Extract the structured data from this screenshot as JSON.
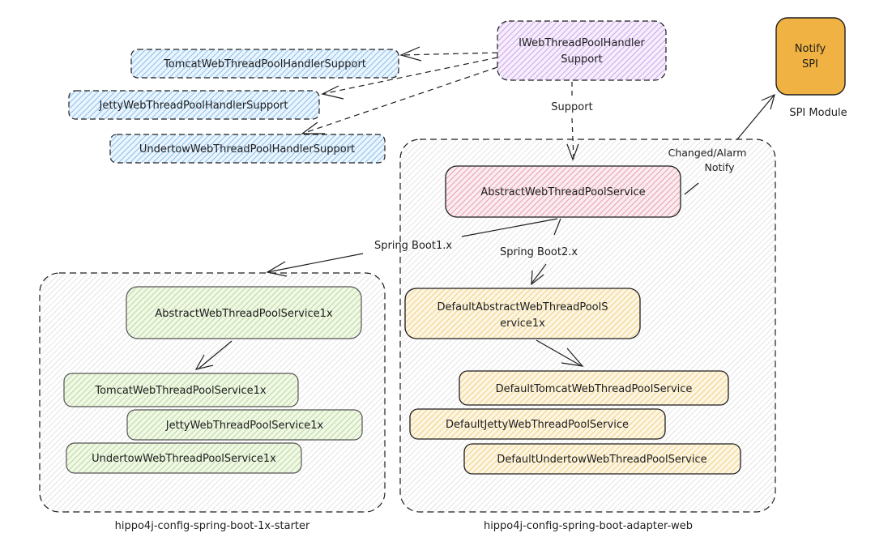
{
  "diagram": {
    "colors": {
      "blue_fill": "#a5d8ff",
      "purple_fill": "#d0a8f0",
      "orange_fill": "#f0b242",
      "pink_fill": "#eba5b8",
      "yellow_fill": "#f5d88a",
      "green_fill": "#c0dca0",
      "container_fill": "#dcdcdc",
      "stroke": "#1e1e1e"
    },
    "handler_supports": [
      {
        "label": "TomcatWebThreadPoolHandlerSupport"
      },
      {
        "label": "JettyWebThreadPoolHandlerSupport"
      },
      {
        "label": "UndertowWebThreadPoolHandlerSupport"
      }
    ],
    "interface_node": {
      "line1": "IWebThreadPoolHandler",
      "line2": "Support"
    },
    "notify_spi": {
      "line1": "Notify",
      "line2": "SPI",
      "caption": "SPI Module"
    },
    "edges": {
      "support": "Support",
      "notify_line1": "Changed/Alarm",
      "notify_line2": "Notify",
      "boot1": "Spring Boot1.x",
      "boot2": "Spring Boot2.x"
    },
    "adapter_web": {
      "title": "hippo4j-config-spring-boot-adapter-web",
      "abstract_service": "AbstractWebThreadPoolService",
      "default_abstract": {
        "line1": "DefaultAbstractWebThreadPoolS",
        "line2": "ervice1x"
      },
      "services": [
        {
          "label": "DefaultTomcatWebThreadPoolService"
        },
        {
          "label": "DefaultJettyWebThreadPoolService"
        },
        {
          "label": "DefaultUndertowWebThreadPoolService"
        }
      ]
    },
    "starter_1x": {
      "title": "hippo4j-config-spring-boot-1x-starter",
      "abstract_service": "AbstractWebThreadPoolService1x",
      "services": [
        {
          "label": "TomcatWebThreadPoolService1x"
        },
        {
          "label": "JettyWebThreadPoolService1x"
        },
        {
          "label": "UndertowWebThreadPoolService1x"
        }
      ]
    }
  }
}
